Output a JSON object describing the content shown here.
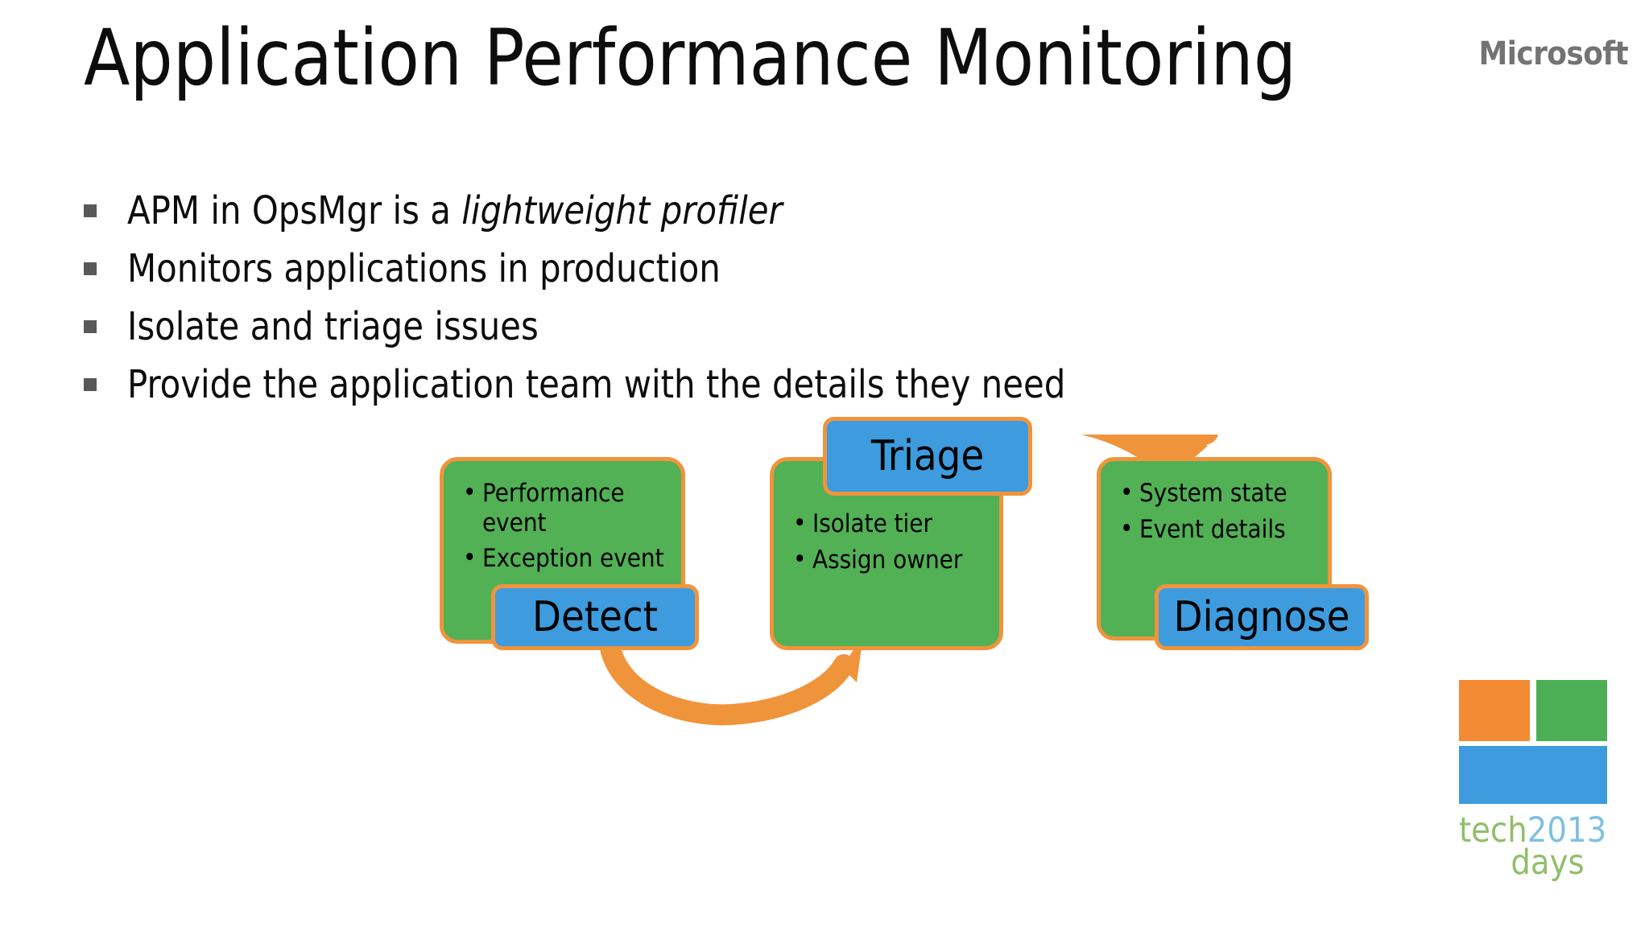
{
  "slide": {
    "title": "Application Performance Monitoring",
    "brand": "Microsoft",
    "background_color": "#FFFFFF"
  },
  "bullets": [
    {
      "text_before": "APM in OpsMgr is a ",
      "emphasis": "lightweight profiler",
      "text_after": ""
    },
    {
      "text_before": "Monitors applications in production",
      "emphasis": "",
      "text_after": ""
    },
    {
      "text_before": "Isolate and triage issues",
      "emphasis": "",
      "text_after": ""
    },
    {
      "text_before": "Provide the application team with the details they need",
      "emphasis": "",
      "text_after": ""
    }
  ],
  "diagram": {
    "colors": {
      "green": "#52B055",
      "blue": "#3D9BDE",
      "orange": "#F0943C"
    },
    "stages": [
      {
        "label": "Detect",
        "items": [
          "Performance\nevent",
          "Exception event"
        ]
      },
      {
        "label": "Triage",
        "items": [
          "Isolate tier",
          "Assign owner"
        ]
      },
      {
        "label": "Diagnose",
        "items": [
          "System state",
          "Event details"
        ]
      }
    ],
    "arrows": [
      {
        "from": "Detect",
        "to": "Triage",
        "direction": "curve-down-right"
      },
      {
        "from": "Triage",
        "to": "Diagnose",
        "direction": "curve-up-right"
      }
    ]
  },
  "techdays_logo": {
    "line1_tech": "tech",
    "line1_year": "2013",
    "line2_days": "days",
    "tile_colors": [
      "#F28B33",
      "#4CAF56",
      "#3D9BDE"
    ]
  }
}
